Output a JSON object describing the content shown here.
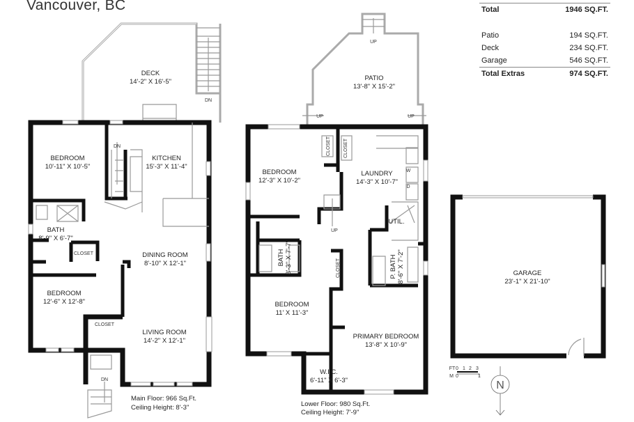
{
  "title": "Vancouver, BC",
  "summary": {
    "total_label": "Total",
    "total_value": "1946 SQ.FT.",
    "extras": [
      {
        "label": "Patio",
        "value": "194 SQ.FT."
      },
      {
        "label": "Deck",
        "value": "234 SQ.FT."
      },
      {
        "label": "Garage",
        "value": "546 SQ.FT."
      }
    ],
    "total_extras_label": "Total Extras",
    "total_extras_value": "974 SQ.FT."
  },
  "main_floor": {
    "deck": {
      "name": "DECK",
      "dims": "14'-2\" X 16'-5\""
    },
    "bedroom1": {
      "name": "BEDROOM",
      "dims": "10'-11\" X 10'-5\""
    },
    "kitchen": {
      "name": "KITCHEN",
      "dims": "15'-3\" X 11'-4\""
    },
    "bath": {
      "name": "BATH",
      "dims": "8'-9\" X 6'-7\""
    },
    "closet1": {
      "name": "CLOSET"
    },
    "dining": {
      "name": "DINING ROOM",
      "dims": "8'-10\" X 12'-1\""
    },
    "bedroom2": {
      "name": "BEDROOM",
      "dims": "12'-6\" X 12'-8\""
    },
    "closet2": {
      "name": "CLOSET"
    },
    "living": {
      "name": "LIVING ROOM",
      "dims": "14'-2\" X 12'-1\""
    },
    "stair_labels": [
      "DN",
      "DN",
      "DN"
    ],
    "area": "Main Floor: 966 Sq.Ft.",
    "ceiling": "Ceiling Height: 8'-3\""
  },
  "lower_floor": {
    "patio": {
      "name": "PATIO",
      "dims": "13'-8\" X 15'-2\""
    },
    "bedroom1": {
      "name": "BEDROOM",
      "dims": "12'-3\" X 10'-2\""
    },
    "closet1": {
      "name": "CLOSET"
    },
    "closet2": {
      "name": "CLOSET"
    },
    "laundry": {
      "name": "LAUNDRY",
      "dims": "14'-3\" X 10'-7\""
    },
    "washer": "W",
    "dryer": "D",
    "util": {
      "name": "UTIL."
    },
    "bath": {
      "name": "BATH",
      "dims": "8'-3\" X 7'-7\""
    },
    "closet3": {
      "name": "CLOSET"
    },
    "pbath": {
      "name": "P. BATH",
      "dims": "8'-6\" X 7'-2\""
    },
    "bedroom2": {
      "name": "BEDROOM",
      "dims": "11' X 11'-3\""
    },
    "primary": {
      "name": "PRIMARY BEDROOM",
      "dims": "13'-8\" X 10'-9\""
    },
    "wic": {
      "name": "W.I.C.",
      "dims": "6'-11\" X 6'-3\""
    },
    "stair_labels": [
      "UP",
      "UP",
      "UP",
      "UP"
    ],
    "area": "Lower Floor: 980 Sq.Ft.",
    "ceiling": "Ceiling Height: 7'-9\""
  },
  "garage": {
    "name": "GARAGE",
    "dims": "23'-1\" X 21'-10\""
  },
  "scale": {
    "ft_label": "FT",
    "ft_ticks": [
      "0",
      "1",
      "2",
      "3"
    ],
    "m_label": "M",
    "m_ticks": [
      "0",
      "1"
    ]
  },
  "north": "N"
}
